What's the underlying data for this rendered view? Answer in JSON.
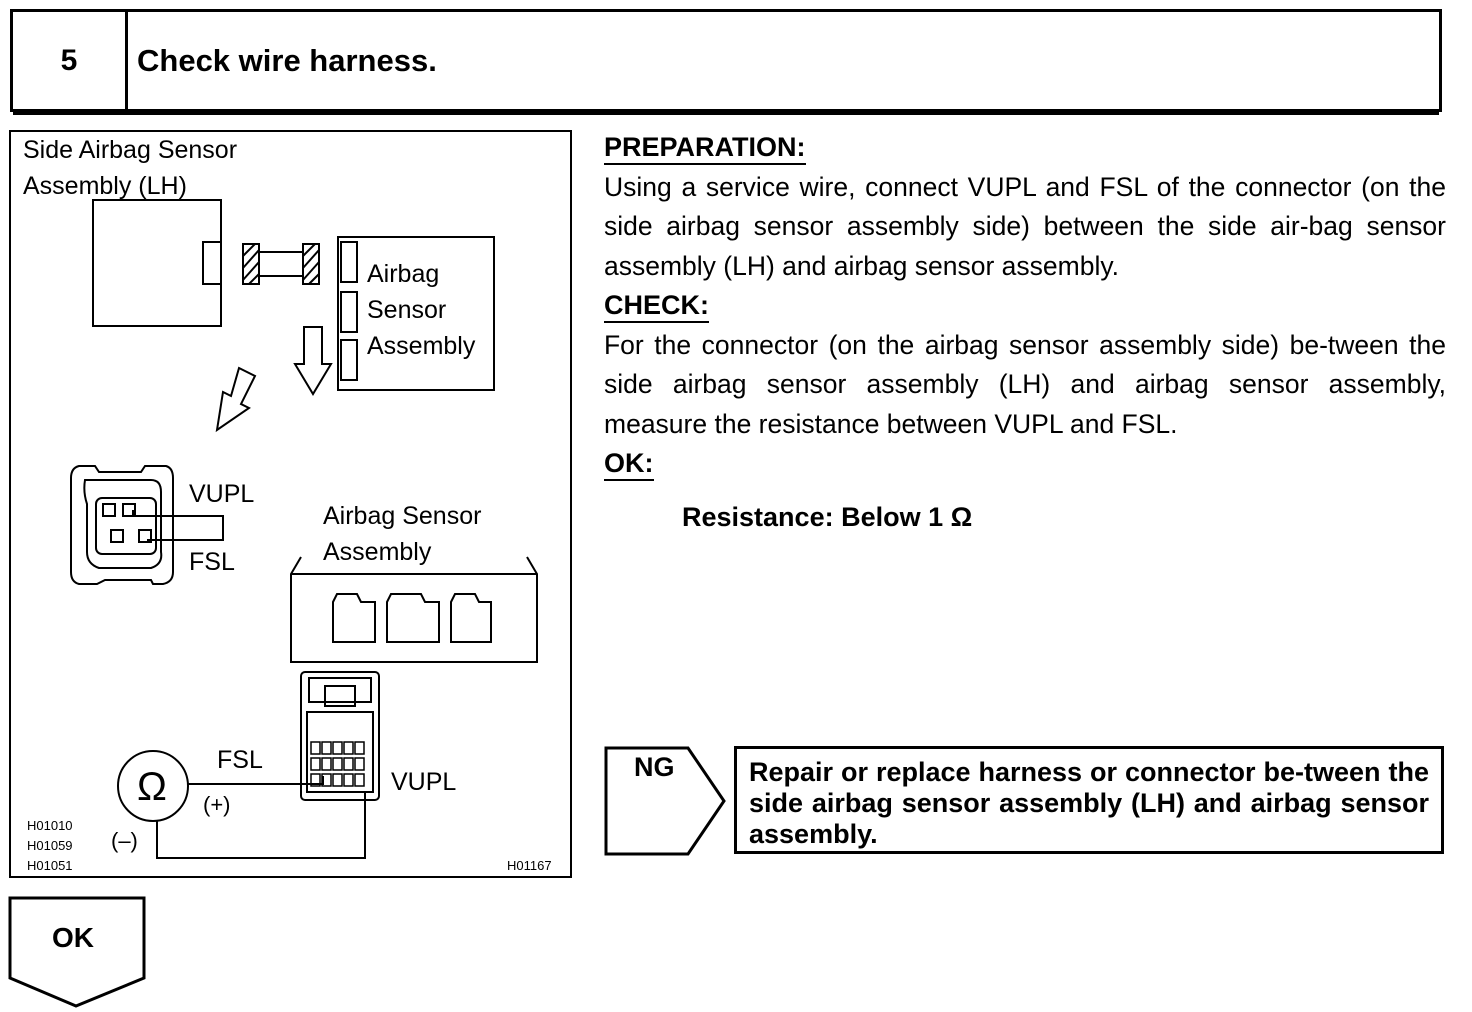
{
  "step": {
    "number": "5",
    "title": "Check wire harness."
  },
  "diagram": {
    "labels": {
      "side_sensor_line1": "Side Airbag Sensor",
      "side_sensor_line2": "Assembly (LH)",
      "airbag_line1": "Airbag",
      "airbag_line2": "Sensor",
      "airbag_line3": "Assembly",
      "vupl_top": "VUPL",
      "fsl_top": "FSL",
      "asa_line1": "Airbag Sensor",
      "asa_line2": "Assembly",
      "fsl_bottom": "FSL",
      "vupl_bottom": "VUPL",
      "plus": "(+)",
      "minus": "(–)",
      "ohm": "Ω"
    },
    "codes": [
      "H01010",
      "H01059",
      "H01051"
    ],
    "figure_code": "H01167"
  },
  "preparation": {
    "heading": "PREPARATION:",
    "text": "Using a service wire, connect VUPL and FSL of the connector (on the side airbag sensor assembly side) between the side air-bag sensor assembly (LH) and airbag sensor assembly."
  },
  "check": {
    "heading": "CHECK:",
    "text": "For the connector (on the airbag sensor assembly side) be-tween the side airbag sensor assembly (LH) and airbag sensor assembly, measure the resistance between VUPL and FSL."
  },
  "ok_spec": {
    "heading": "OK:",
    "text": "Resistance: Below 1 Ω"
  },
  "ng": {
    "label": "NG",
    "action": "Repair or replace harness or connector be-tween the side airbag sensor assembly (LH) and airbag sensor assembly."
  },
  "ok": {
    "label": "OK"
  }
}
